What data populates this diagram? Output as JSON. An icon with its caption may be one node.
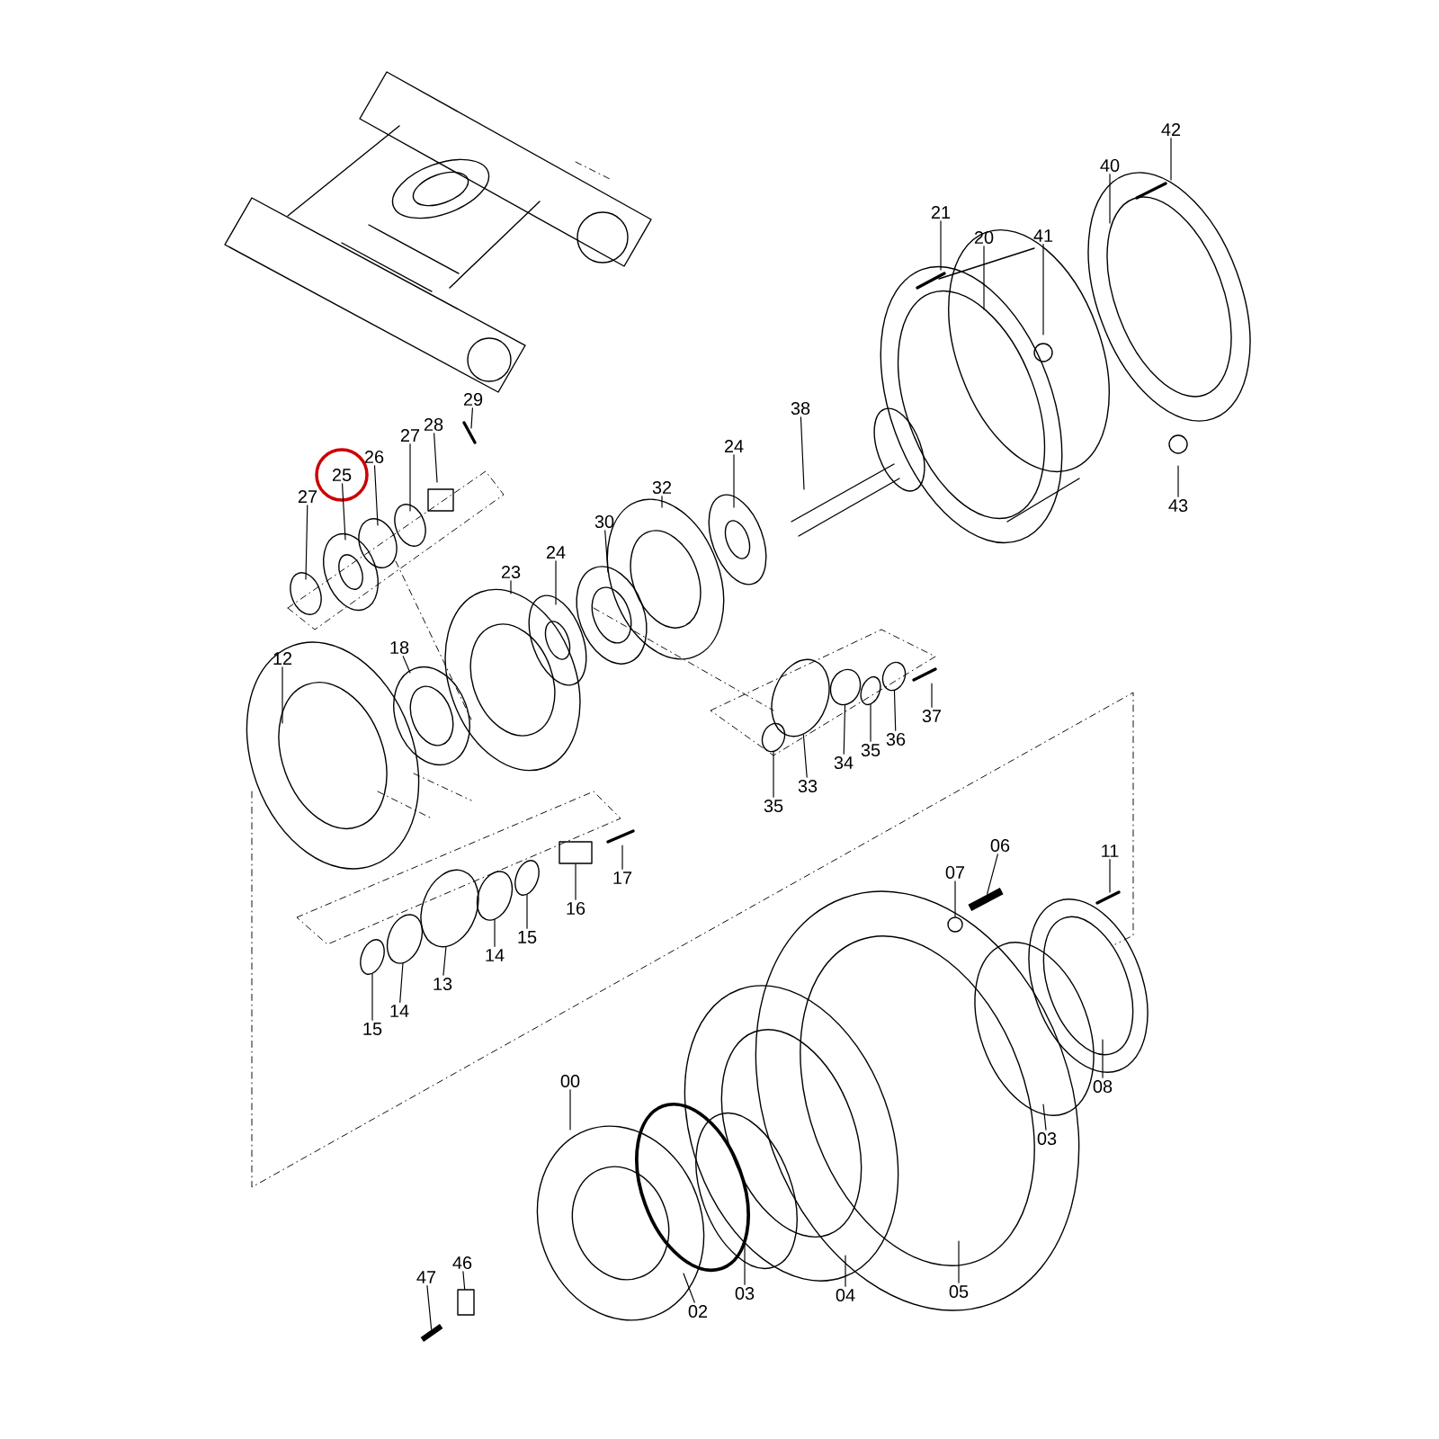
{
  "diagram": {
    "nodes": [
      {
        "text": [
          "42"
        ]
      },
      {
        "text": [
          "40"
        ]
      },
      {
        "text": [
          "21"
        ]
      },
      {
        "text": [
          "20"
        ]
      },
      {
        "text": [
          "41"
        ]
      },
      {
        "text": [
          "29"
        ]
      },
      {
        "text": [
          "28"
        ]
      },
      {
        "text": [
          "27"
        ]
      },
      {
        "text": [
          "26"
        ]
      },
      {
        "text": [
          "25"
        ]
      },
      {
        "text": [
          "27"
        ]
      },
      {
        "text": [
          "38"
        ]
      },
      {
        "text": [
          "24"
        ]
      },
      {
        "text": [
          "32"
        ]
      },
      {
        "text": [
          "30"
        ]
      },
      {
        "text": [
          "24"
        ]
      },
      {
        "text": [
          "23"
        ]
      },
      {
        "text": [
          "43"
        ]
      },
      {
        "text": [
          "18"
        ]
      },
      {
        "text": [
          "12"
        ]
      },
      {
        "text": [
          "37"
        ]
      },
      {
        "text": [
          "36"
        ]
      },
      {
        "text": [
          "35"
        ]
      },
      {
        "text": [
          "34"
        ]
      },
      {
        "text": [
          "33"
        ]
      },
      {
        "text": [
          "35"
        ]
      },
      {
        "text": [
          "06"
        ]
      },
      {
        "text": [
          "07"
        ]
      },
      {
        "text": [
          "11"
        ]
      },
      {
        "text": [
          "17"
        ]
      },
      {
        "text": [
          "16"
        ]
      },
      {
        "text": [
          "15"
        ]
      },
      {
        "text": [
          "14"
        ]
      },
      {
        "text": [
          "13"
        ]
      },
      {
        "text": [
          "14"
        ]
      },
      {
        "text": [
          "15"
        ]
      },
      {
        "text": [
          "00"
        ]
      },
      {
        "text": [
          "08"
        ]
      },
      {
        "text": [
          "03"
        ]
      },
      {
        "text": [
          "46"
        ]
      },
      {
        "text": [
          "47"
        ]
      },
      {
        "text": [
          "03"
        ]
      },
      {
        "text": [
          "04"
        ]
      },
      {
        "text": [
          "05"
        ]
      },
      {
        "text": [
          "02"
        ]
      },
      {
        "text": [],
        "shape": "circle"
      },
      {
        "text": [],
        "shape": "circle"
      },
      {
        "text": [],
        "shape": "bar"
      },
      {
        "text": [],
        "shape": "circle"
      },
      {
        "text": [],
        "shape": "box"
      },
      {
        "text": [],
        "shape": "circle"
      },
      {
        "text": [],
        "shape": "circle"
      },
      {
        "text": [],
        "shape": "box"
      },
      {
        "text": [],
        "shape": "circle"
      },
      {
        "text": [],
        "shape": "circle"
      },
      {
        "text": [],
        "shape": "circle"
      },
      {
        "text": [],
        "shape": "circle"
      },
      {
        "text": [],
        "shape": "circle"
      },
      {
        "text": [],
        "shape": "circle"
      },
      {
        "text": [],
        "shape": "bar"
      }
    ],
    "edges": [
      {
        "from": 0,
        "to": null,
        "arrow": "none"
      },
      {
        "from": 1,
        "to": null,
        "arrow": "none"
      },
      {
        "from": 2,
        "to": null,
        "arrow": "none"
      },
      {
        "from": 3,
        "to": null,
        "arrow": "none"
      },
      {
        "from": 4,
        "to": null,
        "arrow": "none"
      },
      {
        "from": 5,
        "to": null,
        "arrow": "none"
      },
      {
        "from": 6,
        "to": null,
        "arrow": "none"
      },
      {
        "from": 7,
        "to": null,
        "arrow": "none"
      },
      {
        "from": 8,
        "to": null,
        "arrow": "none"
      },
      {
        "from": 9,
        "to": null,
        "arrow": "none"
      },
      {
        "from": 10,
        "to": null,
        "arrow": "none"
      },
      {
        "from": 11,
        "to": null,
        "arrow": "none"
      },
      {
        "from": 12,
        "to": null,
        "arrow": "none"
      },
      {
        "from": 13,
        "to": null,
        "arrow": "none"
      },
      {
        "from": 14,
        "to": null,
        "arrow": "none"
      },
      {
        "from": 15,
        "to": null,
        "arrow": "none"
      },
      {
        "from": 16,
        "to": null,
        "arrow": "none"
      },
      {
        "from": 17,
        "to": null,
        "arrow": "none"
      },
      {
        "from": 18,
        "to": null,
        "arrow": "none"
      },
      {
        "from": 19,
        "to": null,
        "arrow": "none"
      },
      {
        "from": 20,
        "to": null,
        "arrow": "none"
      },
      {
        "from": 21,
        "to": 57,
        "arrow": "none"
      },
      {
        "from": 22,
        "to": 56,
        "arrow": "none"
      },
      {
        "from": 23,
        "to": 55,
        "arrow": "none"
      },
      {
        "from": 24,
        "to": 54,
        "arrow": "none"
      },
      {
        "from": 25,
        "to": 53,
        "arrow": "none"
      },
      {
        "from": 26,
        "to": 59,
        "arrow": "none"
      },
      {
        "from": 27,
        "to": 58,
        "arrow": "none"
      },
      {
        "from": 28,
        "to": null,
        "arrow": "none"
      },
      {
        "from": 29,
        "to": null,
        "arrow": "none"
      },
      {
        "from": 30,
        "to": 52,
        "arrow": "none"
      },
      {
        "from": 31,
        "to": 51,
        "arrow": "none"
      },
      {
        "from": 32,
        "to": 50,
        "arrow": "none"
      },
      {
        "from": 33,
        "to": 48,
        "arrow": "none"
      },
      {
        "from": 34,
        "to": 46,
        "arrow": "none"
      },
      {
        "from": 35,
        "to": 45,
        "arrow": "none"
      },
      {
        "from": 36,
        "to": null,
        "arrow": "none"
      },
      {
        "from": 37,
        "to": null,
        "arrow": "none"
      },
      {
        "from": 38,
        "to": null,
        "arrow": "none"
      },
      {
        "from": 39,
        "to": 49,
        "arrow": "none"
      },
      {
        "from": 40,
        "to": 47,
        "arrow": "none"
      },
      {
        "from": 41,
        "to": null,
        "arrow": "none"
      },
      {
        "from": 42,
        "to": null,
        "arrow": "none"
      },
      {
        "from": 43,
        "to": null,
        "arrow": "none"
      },
      {
        "from": 44,
        "to": null,
        "arrow": "none"
      }
    ]
  }
}
